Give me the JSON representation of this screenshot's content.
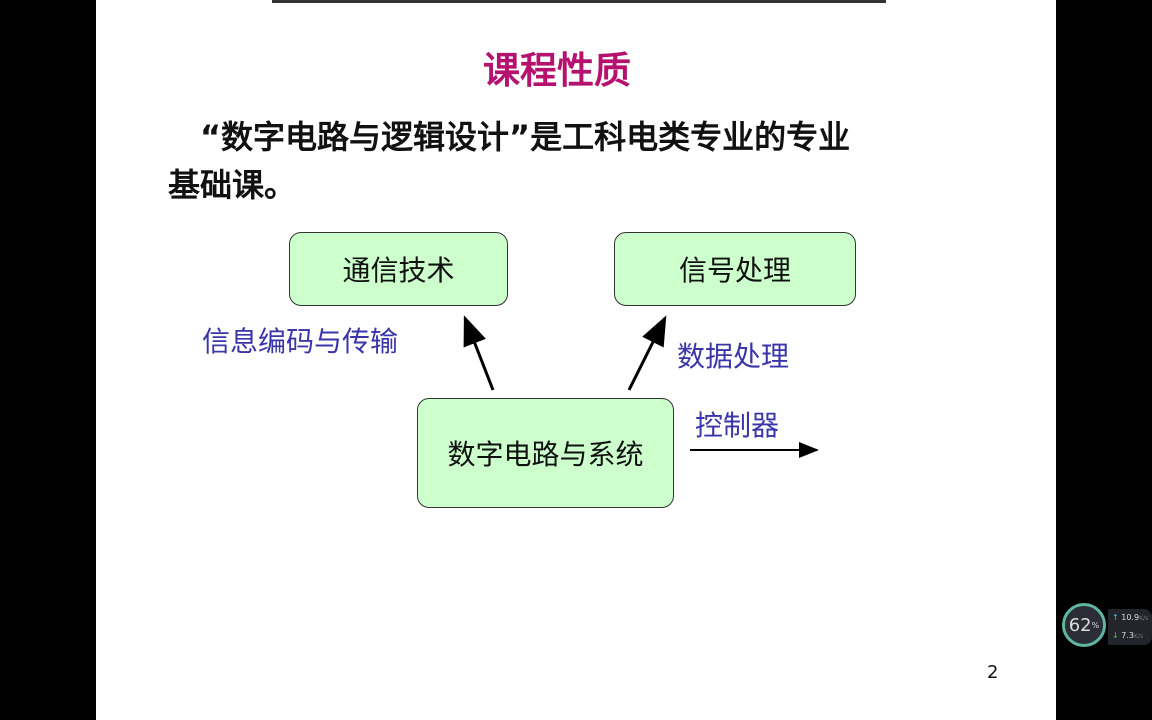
{
  "slide": {
    "title": "课程性质",
    "paragraph_line1": "“数字电路与逻辑设计”是工科电类专业的专业",
    "paragraph_line2": "基础课。",
    "boxes": {
      "comm": "通信技术",
      "signal": "信号处理",
      "center": "数字电路与系统"
    },
    "labels": {
      "encoding": "信息编码与传输",
      "data": "数据处理",
      "control": "控制器"
    },
    "page_number": "2"
  },
  "widget": {
    "cpu": "62",
    "cpu_unit": "%",
    "upload": "10.9",
    "download": "7.3",
    "unit": "K/s"
  },
  "colors": {
    "title": "#b5126f",
    "label": "#3a35a8",
    "box": "#ccffcc"
  }
}
